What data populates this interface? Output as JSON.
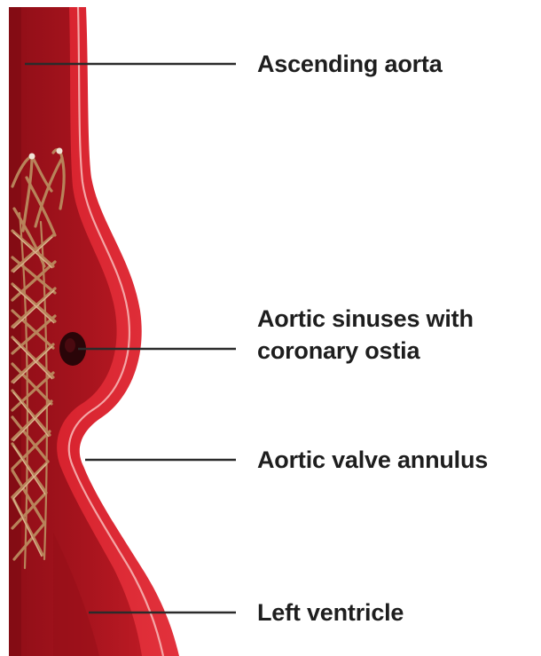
{
  "labels": {
    "ascending_aorta": "Ascending aorta",
    "aortic_sinuses_line1": "Aortic sinuses with",
    "aortic_sinuses_line2": "coronary ostia",
    "aortic_valve_annulus": "Aortic valve annulus",
    "left_ventricle": "Left ventricle"
  },
  "colors": {
    "vessel_wall": "#d8202c",
    "vessel_lumen": "#a5121c",
    "wall_highlight": "#f3a0a0",
    "coronary_ostium": "#2a0508",
    "stent_frame": "#b8835a",
    "leader_line": "#2b2b2b",
    "label_text": "#1e1e1e"
  }
}
